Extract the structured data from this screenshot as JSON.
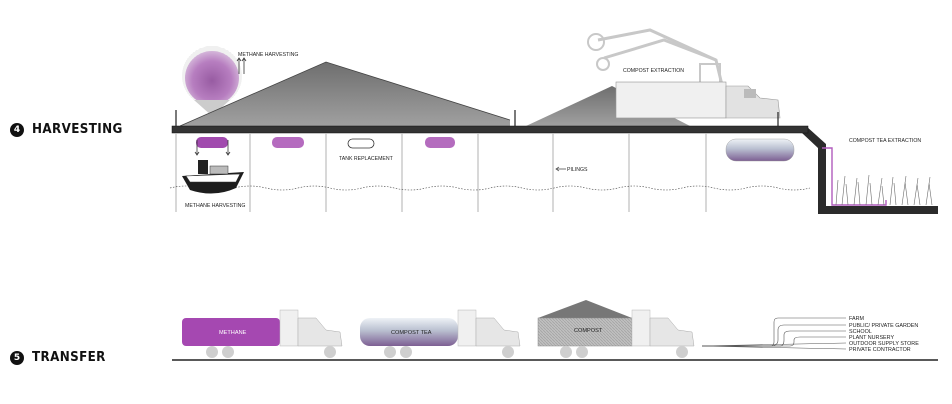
{
  "steps": [
    {
      "num": "4",
      "title": "HARVESTING"
    },
    {
      "num": "5",
      "title": "TRANSFER"
    }
  ],
  "harvesting_labels": {
    "methane_top": "METHANE HARVESTING",
    "compost_extraction": "COMPOST EXTRACTION",
    "compost_tea_extraction": "COMPOST TEA EXTRACTION",
    "tank_replacement": "TANK REPLACEMENT",
    "pilings": "PILINGS",
    "methane_bottom": "METHANE HARVESTING"
  },
  "transfer_labels": {
    "methane_truck": "METHANE",
    "compost_tea_truck": "COMPOST TEA",
    "compost_truck": "COMPOST"
  },
  "destinations": [
    "FARM",
    "PUBLIC/ PRIVATE GARDEN",
    "SCHOOL",
    "PLANT NURSERY",
    "OUTDOOR SUPPLY STORE",
    "PRIVATE CONTRACTOR"
  ],
  "colors": {
    "methane": "#9b3fa8",
    "compost_tea": "#8a7aa0",
    "compost": "#6b6b6b",
    "structure": "#2a2a2a"
  }
}
